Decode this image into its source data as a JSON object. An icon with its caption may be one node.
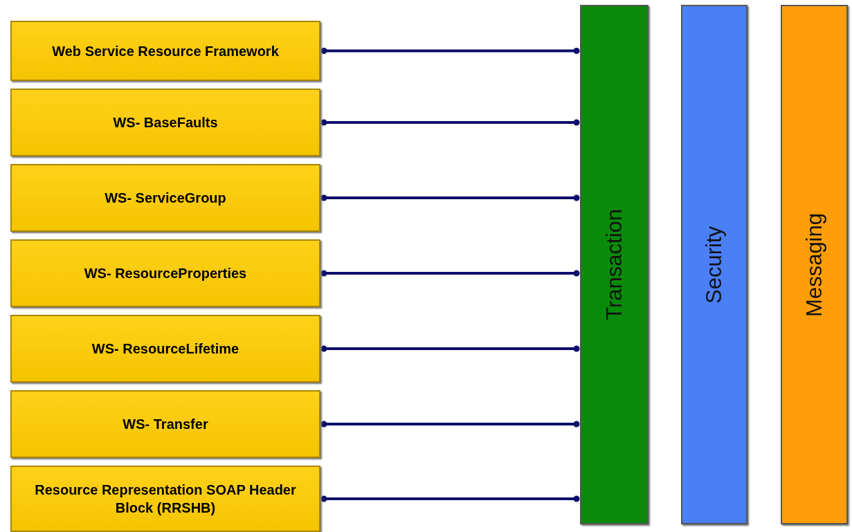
{
  "diagram": {
    "nodes": [
      {
        "text": [
          "Web Service Resource Framework"
        ]
      },
      {
        "text": [
          "WS- BaseFaults"
        ]
      },
      {
        "text": [
          "WS- ServiceGroup"
        ]
      },
      {
        "text": [
          "WS- ResourceProperties"
        ]
      },
      {
        "text": [
          "WS- ResourceLifetime"
        ]
      },
      {
        "text": [
          "WS- Transfer"
        ]
      },
      {
        "text": [
          "Resource Representation SOAP Header Block (RRSHB)"
        ]
      },
      {
        "text": [
          "Transaction"
        ]
      },
      {
        "text": [
          "Security"
        ]
      },
      {
        "text": [
          "Messaging"
        ]
      }
    ],
    "edges": [
      {
        "from": 0,
        "to": 7,
        "arrow": "other"
      },
      {
        "from": 1,
        "to": 7,
        "arrow": "other"
      },
      {
        "from": 2,
        "to": 7,
        "arrow": "other"
      },
      {
        "from": 3,
        "to": 7,
        "arrow": "other"
      },
      {
        "from": 4,
        "to": 7,
        "arrow": "other"
      },
      {
        "from": 5,
        "to": 7,
        "arrow": "other"
      },
      {
        "from": 6,
        "to": 7,
        "arrow": "other"
      }
    ]
  }
}
